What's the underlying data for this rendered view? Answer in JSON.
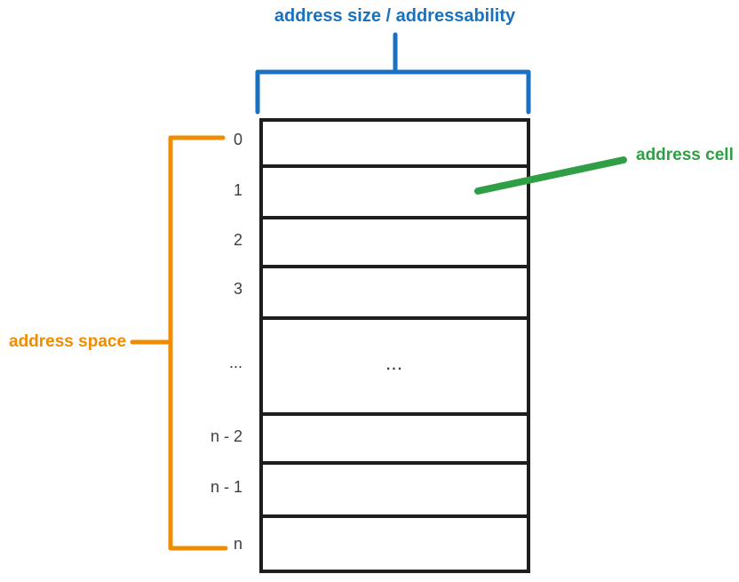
{
  "annotations": {
    "address_size": "address size / addressability",
    "address_space": "address space",
    "address_cell": "address cell"
  },
  "memory": {
    "row_labels": [
      "0",
      "1",
      "2",
      "3",
      "...",
      "n - 2",
      "n - 1",
      "n"
    ],
    "ellipsis_text": "..."
  },
  "colors": {
    "bracket_blue": "#1971c2",
    "bracket_orange": "#f08c00",
    "arrow_green": "#2f9e44",
    "stack_stroke": "#1e1e1e",
    "label_gray": "#3a3f44",
    "background": "#ffffff"
  }
}
